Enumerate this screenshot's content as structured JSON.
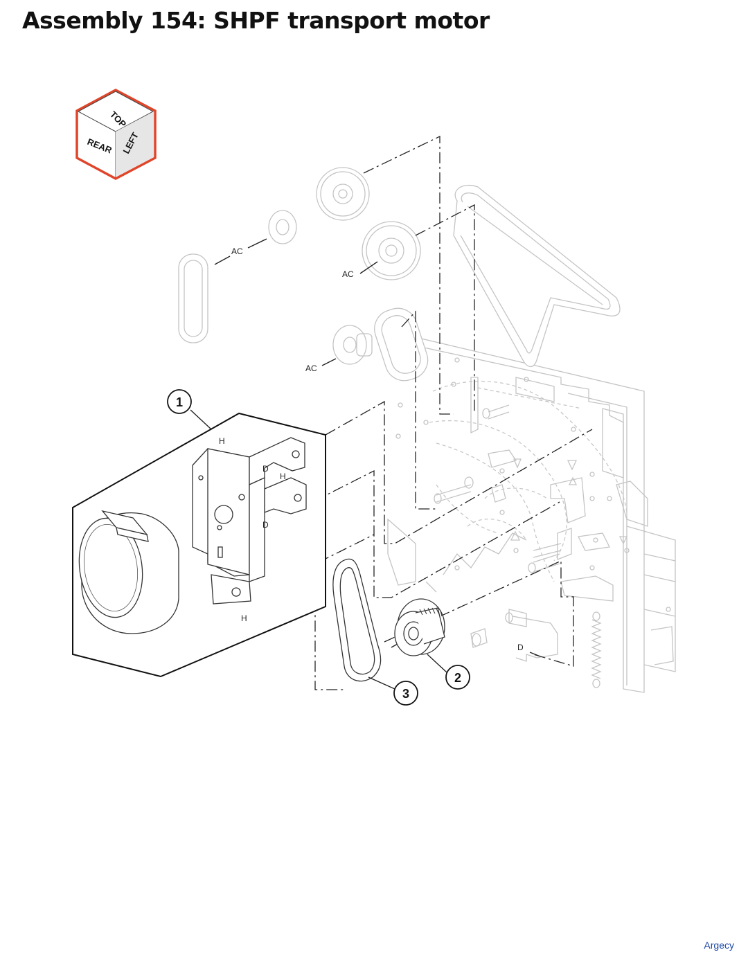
{
  "title": "Assembly 154: SHPF transport motor",
  "footer": "Argecy",
  "orientation_cube": {
    "faces": [
      "TOP",
      "REAR",
      "LEFT"
    ],
    "border_color": "#e0452a"
  },
  "callouts": [
    {
      "number": "1",
      "part": "motor-assembly"
    },
    {
      "number": "2",
      "part": "gear"
    },
    {
      "number": "3",
      "part": "belt"
    }
  ],
  "screw_labels": {
    "ac_1": "AC",
    "ac_2": "AC",
    "ac_3": "AC",
    "h_1": "H",
    "h_2": "H",
    "h_3": "H",
    "d_1": "D",
    "d_2": "D",
    "d_3": "D"
  }
}
